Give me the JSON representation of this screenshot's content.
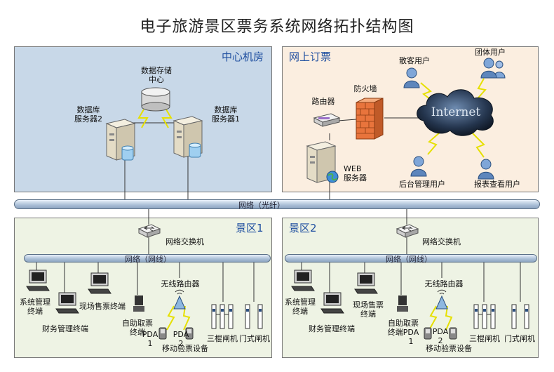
{
  "title": "电子旅游景区票务系统网络拓扑结构图",
  "center": {
    "label": "中心机房",
    "storage_line1": "数据存储",
    "storage_line2": "中心",
    "db2_line1": "数据库",
    "db2_line2": "服务器2",
    "db1_line1": "数据库",
    "db1_line2": "服务器1"
  },
  "online": {
    "label": "网上订票",
    "router": "路由器",
    "firewall": "防火墙",
    "retail_user": "散客用户",
    "group_user": "团体用户",
    "internet": "Internet",
    "web_line1": "WEB",
    "web_line2": "服务器",
    "backend_user": "后台管理用户",
    "report_user": "报表查看用户"
  },
  "backbone_label": "网络（光纤）",
  "scenic1": {
    "label": "景区1",
    "switch": "网络交换机",
    "bus": "网络（网线）",
    "sys_line1": "系统管理",
    "sys_line2": "终端",
    "finance": "财务管理终端",
    "sale": "现场售票终端",
    "self_line1": "自助取票",
    "self_line2": "终端",
    "wireless": "无线路由器",
    "pda1_line1": "PDA",
    "pda1_line2": "1",
    "pda2_line1": "PDA",
    "pda2_line2": "2",
    "mobile": "移动验票设备",
    "tripod": "三棍闸机",
    "gate": "门式闸机"
  },
  "scenic2": {
    "label": "景区2",
    "switch": "网络交换机",
    "bus": "网络（网线）",
    "sys_line1": "系统管理",
    "sys_line2": "终端",
    "finance": "财务管理终端",
    "sale_line1": "现场售票",
    "sale_line2": "终端",
    "self_line1": "自助取票",
    "self_line2": "终端PDA",
    "pda1_line1": "1",
    "wireless": "无线路由器",
    "pda2_line1": "PDA",
    "pda2_line2": "2",
    "mobile": "移动验票设备",
    "tripod": "三棍闸机",
    "gate": "门式闸机"
  },
  "colors": {
    "center_bg": "#c8d8e8",
    "online_bg": "#fbeee0",
    "scenic_bg": "#eef3e4",
    "label_blue": "#1f4fa0"
  }
}
